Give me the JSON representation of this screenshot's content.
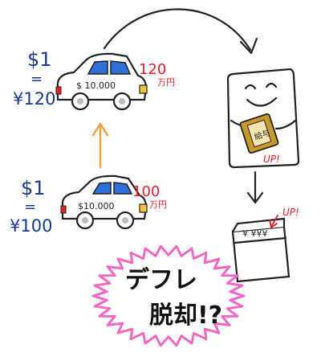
{
  "top_left_rate": {
    "dollar": "$1",
    "equals": "=",
    "yen": "¥120"
  },
  "bottom_left_rate": {
    "dollar": "$1",
    "equals": "=",
    "yen": "¥100"
  },
  "top_car": {
    "plate": "$ 10.000",
    "price": "120",
    "unit": "万円"
  },
  "bottom_car": {
    "plate": "$10.000",
    "price": "100",
    "unit": "万円"
  },
  "person_badge": "UP!",
  "salary_envelope": "給与",
  "box": {
    "label": "¥ ¥¥¥",
    "badge": "UP!"
  },
  "caption": {
    "line1": "デフレ",
    "line2": "脱却!?"
  },
  "colors": {
    "rate_text": "#1b3a8a",
    "price_text": "#e0202a",
    "up_arrow": "#f4a340",
    "burst": "#f06bc0",
    "car_window": "#2f6fd6",
    "envelope": "#c89a2a"
  }
}
